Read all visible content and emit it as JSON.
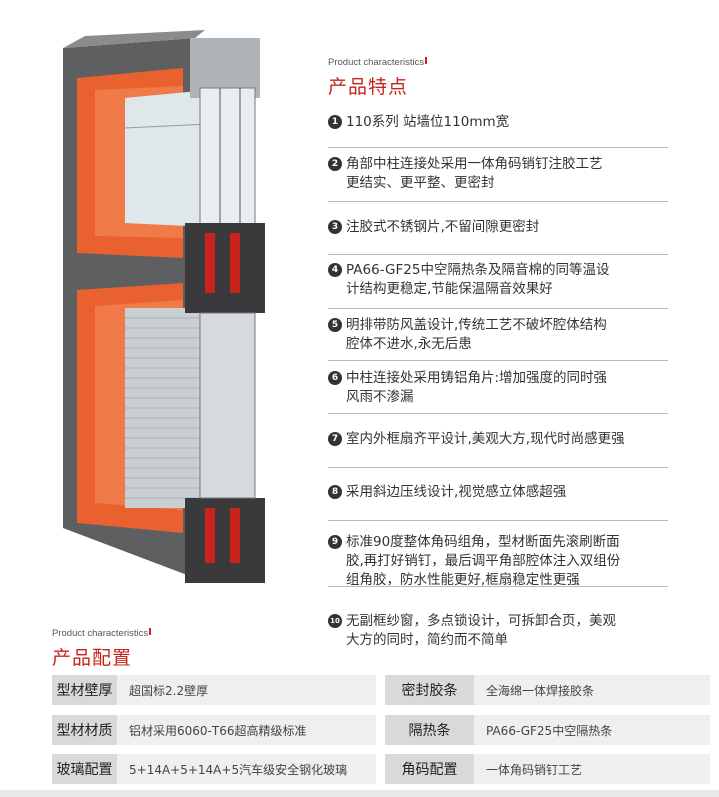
{
  "characteristics": {
    "subtitle": "Product characteristics",
    "title": "产品特点",
    "items": [
      {
        "num": "1",
        "lines": [
          "110系列 站墙位110mm宽"
        ]
      },
      {
        "num": "2",
        "lines": [
          "角部中柱连接处采用一体角码销钉注胶工艺",
          "更结实、更平整、更密封"
        ]
      },
      {
        "num": "3",
        "lines": [
          "注胶式不锈钢片,不留间隙更密封"
        ]
      },
      {
        "num": "4",
        "lines": [
          "PA66-GF25中空隔热条及隔音棉的同等温设",
          "计结构更稳定,节能保温隔音效果好"
        ]
      },
      {
        "num": "5",
        "lines": [
          "明排带防风盖设计,传统工艺不破坏腔体结构",
          "腔体不进水,永无后患"
        ]
      },
      {
        "num": "6",
        "lines": [
          "中柱连接处采用铸铝角片:增加强度的同时强",
          "风雨不渗漏"
        ]
      },
      {
        "num": "7",
        "lines": [
          "室内外框扇齐平设计,美观大方,现代时尚感更强"
        ]
      },
      {
        "num": "8",
        "lines": [
          "采用斜边压线设计,视觉感立体感超强"
        ]
      },
      {
        "num": "9",
        "lines": [
          "标准90度整体角码组角，型材断面先滚刷断面",
          "胶,再打好销钉，最后调平角部腔体注入双组份",
          "组角胶，防水性能更好,框扇稳定性更强"
        ]
      },
      {
        "num": "10",
        "lines": [
          "无副框纱窗，多点锁设计，可拆卸合页，美观",
          "大方的同时，简约而不简单"
        ]
      }
    ]
  },
  "configuration": {
    "subtitle": "Product characteristics",
    "title": "产品配置",
    "rows": [
      [
        {
          "label": "型材壁厚",
          "value": "超国标2.2壁厚"
        },
        {
          "label": "密封胶条",
          "value": "全海绵一体焊接胶条"
        }
      ],
      [
        {
          "label": "型材材质",
          "value": "铝材采用6060-T66超高精级标准"
        },
        {
          "label": "隔热条",
          "value": "PA66-GF25中空隔热条"
        }
      ],
      [
        {
          "label": "玻璃配置",
          "value": "5+14A+5+14A+5汽车级安全钢化玻璃"
        },
        {
          "label": "角码配置",
          "value": "一体角码销钉工艺"
        }
      ]
    ]
  },
  "colors": {
    "accent": "#c8241c",
    "frame": "#5a5b5d",
    "orange": "#e8612f"
  }
}
